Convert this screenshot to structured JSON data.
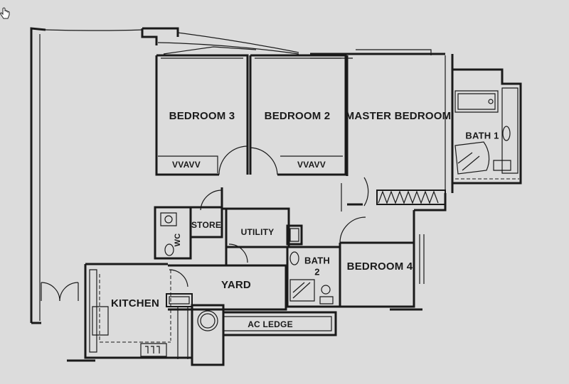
{
  "rooms": {
    "bedroom3": "BEDROOM 3",
    "bedroom2": "BEDROOM 2",
    "master": "MASTER BEDROOM",
    "bath1": "BATH 1",
    "store": "STORE",
    "utility": "UTILITY",
    "wc": "WC",
    "bath2_a": "BATH",
    "bath2_b": "2",
    "bedroom4": "BEDROOM 4",
    "yard": "YARD",
    "kitchen": "KITCHEN",
    "ac_ledge": "AC LEDGE"
  },
  "wardrobe_marks": {
    "bedroom3": "VVAVV",
    "bedroom2": "VVAVV"
  },
  "colors": {
    "background": "#dcdcdc",
    "line": "#1a1a1a"
  },
  "icons": {
    "cursor": "hand-pointer-icon"
  }
}
